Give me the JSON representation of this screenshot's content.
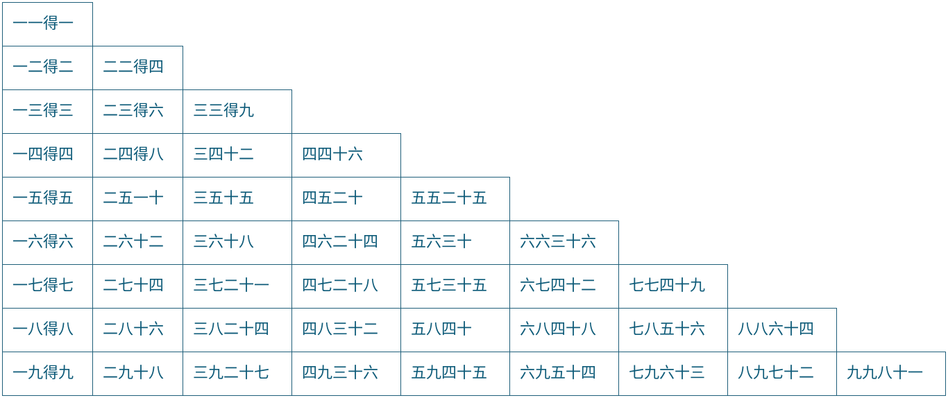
{
  "table": {
    "rows": [
      [
        "一一得一"
      ],
      [
        "一二得二",
        "二二得四"
      ],
      [
        "一三得三",
        "二三得六",
        "三三得九"
      ],
      [
        "一四得四",
        "二四得八",
        "三四十二",
        "四四十六"
      ],
      [
        "一五得五",
        "二五一十",
        "三五十五",
        "四五二十",
        "五五二十五"
      ],
      [
        "一六得六",
        "二六十二",
        "三六十八",
        "四六二十四",
        "五六三十",
        "六六三十六"
      ],
      [
        "一七得七",
        "二七十四",
        "三七二十一",
        "四七二十八",
        "五七三十五",
        "六七四十二",
        "七七四十九"
      ],
      [
        "一八得八",
        "二八十六",
        "三八二十四",
        "四八三十二",
        "五八四十",
        "六八四十八",
        "七八五十六",
        "八八六十四"
      ],
      [
        "一九得九",
        "二九十八",
        "三九二十七",
        "四九三十六",
        "五九四十五",
        "六九五十四",
        "七九六十三",
        "八九七十二",
        "九九八十一"
      ]
    ]
  },
  "colors": {
    "text": "#0c5a78",
    "border": "#1f5f7a",
    "background": "#ffffff"
  }
}
